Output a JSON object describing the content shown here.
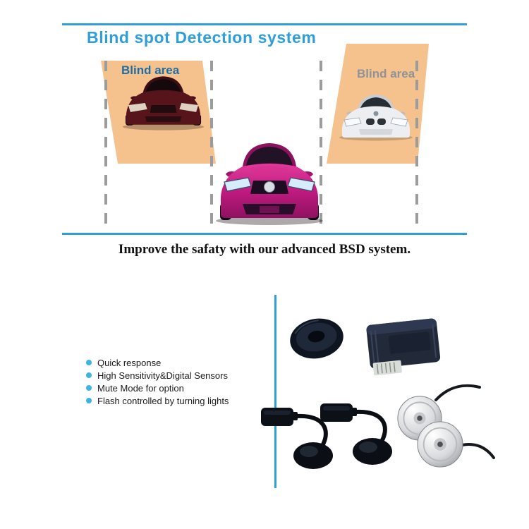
{
  "header": {
    "title": "Blind spot Detection system"
  },
  "diagram": {
    "left_blind_area_label": "Blind area",
    "right_blind_area_label": "Blind area"
  },
  "tagline": "Improve the safaty with our advanced BSD system.",
  "features": {
    "items": [
      {
        "label": "Quick response"
      },
      {
        "label": "High Sensitivity&Digital Sensors"
      },
      {
        "label": "Mute Mode for option"
      },
      {
        "label": "Flash controlled by turning lights"
      }
    ]
  },
  "illustrations": {
    "left_lane_car": "dark-red-sedan-front-view",
    "right_lane_car": "white-sedan-front-view",
    "host_car": "magenta-sedan-front-view",
    "products": [
      "buzzer",
      "control-module",
      "sensor-with-cable",
      "sensor-with-cable",
      "silver-sensor-head",
      "silver-sensor-head"
    ]
  },
  "colors": {
    "accent_blue": "#2e9fd9",
    "blind_area_fill": "#f5c28e",
    "left_label": "#1e6ea6",
    "right_label": "#8f9398",
    "bullet": "#3fb3e3",
    "dash_gray": "#9c9c9c"
  }
}
